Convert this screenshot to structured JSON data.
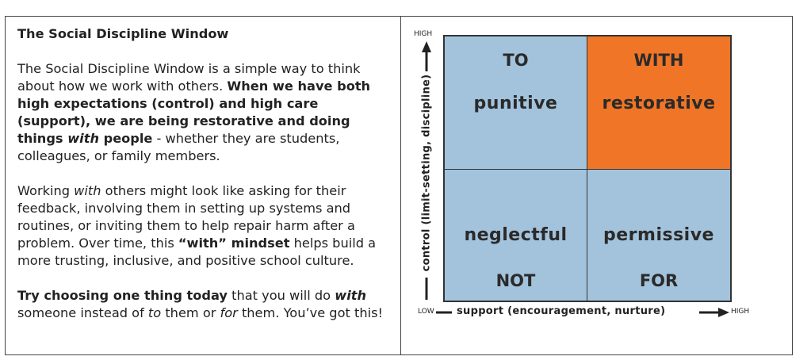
{
  "text": {
    "title": "The Social Discipline Window",
    "p1": {
      "intro": "The Social Discipline Window is a simple way to think about how we work with others. ",
      "bold_a": "When we have both high expectations (control) and high care (support), we are being restorative and doing things ",
      "bold_italic": "with",
      "bold_b": " people",
      "rest": " - whether they are students, colleagues, or family members."
    },
    "p2": {
      "a": "Working ",
      "italic": "with",
      "b": " others might look like asking for their feedback, involving them in setting up systems and routines, or inviting them to help repair harm after a problem. Over time, this ",
      "bold": "“with” mindset",
      "c": " helps build a more trusting, inclusive, and positive school culture."
    },
    "p3": {
      "bold": "Try choosing one thing today",
      "a": " that you will do ",
      "bold_italic": "with",
      "b": " someone instead of ",
      "it1": "to",
      "c": " them or ",
      "it2": "for",
      "d": " them. You’ve got this!"
    }
  },
  "diagram": {
    "y_high": "HIGH",
    "y_axis": "control (limit-setting, discipline)",
    "x_low": "LOW",
    "x_axis": "support (encouragement, nurture)",
    "x_high": "HIGH",
    "quadrants": {
      "top_left": {
        "word": "TO",
        "label": "punitive"
      },
      "top_right": {
        "word": "WITH",
        "label": "restorative"
      },
      "bottom_left": {
        "word": "NOT",
        "label": "neglectful"
      },
      "bottom_right": {
        "word": "FOR",
        "label": "permissive"
      }
    },
    "colors": {
      "quadrant": "#a3c3dc",
      "highlight": "#f07526"
    }
  }
}
